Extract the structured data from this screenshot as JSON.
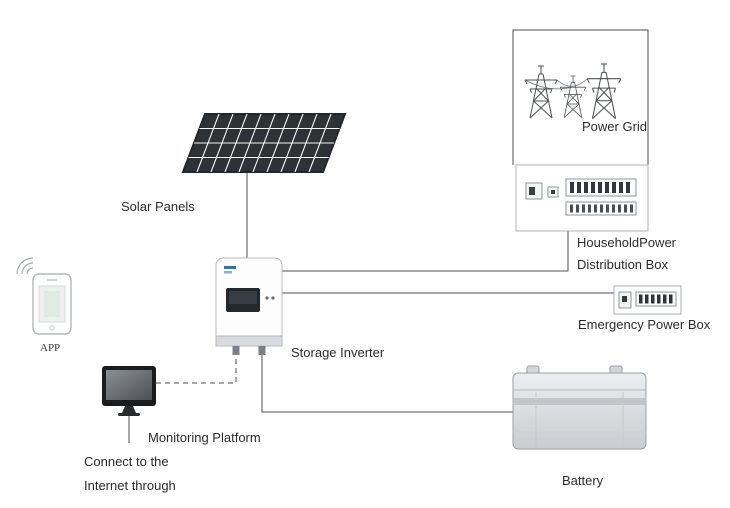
{
  "diagram": {
    "type": "system-diagram",
    "subject": "Residential solar energy storage system overview",
    "labels": {
      "solar_panels": "Solar Panels",
      "power_grid": "Power Grid",
      "household_line1": "HouseholdPower",
      "household_line2": "Distribution Box",
      "emergency_power_box": "Emergency Power Box",
      "storage_inverter": "Storage Inverter",
      "app": "APP",
      "monitoring_platform": "Monitoring Platform",
      "connect_line1": "Connect to the",
      "connect_line2": "Internet through",
      "battery": "Battery"
    },
    "icons": {
      "solar-panels-icon": "skewed dark grid parallelogram",
      "power-grid-icon": "three lattice transmission towers",
      "distribution-box-icon": "breaker panel box",
      "emergency-box-icon": "small breaker box",
      "inverter-icon": "white wall inverter with dark display",
      "monitor-icon": "black flat screen on stand",
      "battery-icon": "grey lead-acid battery block",
      "phone-icon": "smartphone outline",
      "wifi-icon": "three signal arcs"
    },
    "colors": {
      "line": "#4e5256",
      "text": "#2b2b2b",
      "panel_fill": "#2e3236",
      "panel_grid": "#f5f5f5",
      "device_stroke": "#aeb2b6",
      "screen": "#24272b",
      "accent_blue": "#2e6fb5"
    },
    "connections": [
      {
        "from": "solar-panels",
        "to": "storage-inverter",
        "style": "solid"
      },
      {
        "from": "power-grid",
        "to": "household-distribution-box",
        "style": "solid"
      },
      {
        "from": "household-distribution-box",
        "to": "storage-inverter",
        "style": "solid"
      },
      {
        "from": "storage-inverter",
        "to": "emergency-power-box",
        "style": "solid"
      },
      {
        "from": "storage-inverter",
        "to": "battery",
        "style": "solid"
      },
      {
        "from": "storage-inverter",
        "to": "monitoring-platform",
        "style": "dashed"
      },
      {
        "from": "monitoring-platform",
        "to": "internet-note",
        "style": "solid"
      }
    ]
  }
}
